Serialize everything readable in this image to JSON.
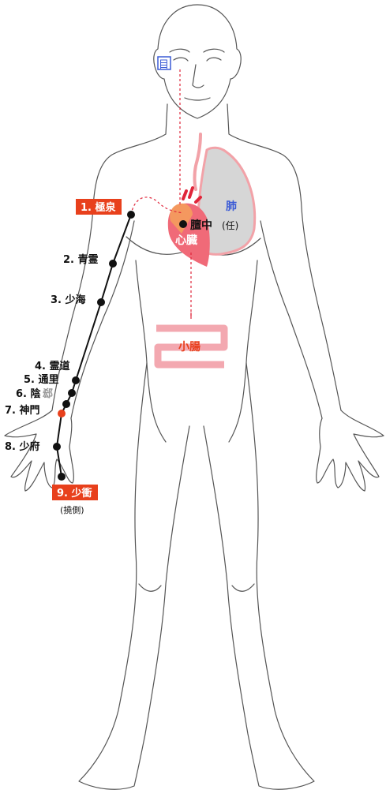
{
  "organs": {
    "eye": "目",
    "lung": "肺",
    "heart": "心臓",
    "small_intestine": "小腸",
    "shanzhong_main": "膻中",
    "shanzhong_meridian": "(任)"
  },
  "points": [
    {
      "label": "1. 極泉",
      "highlight": true
    },
    {
      "label": "2. 青霊",
      "highlight": false
    },
    {
      "label": "3. 少海",
      "highlight": false
    },
    {
      "label": "4. 霊道",
      "highlight": false
    },
    {
      "label": "5. 通里",
      "highlight": false
    },
    {
      "label": "6. 陰",
      "sub": "郄",
      "highlight": false
    },
    {
      "label": "7. 神門",
      "highlight": false
    },
    {
      "label": "8. 少府",
      "highlight": false
    },
    {
      "label": "9. 少衝",
      "highlight": true
    }
  ],
  "note_radial": "(撓側)",
  "colors": {
    "meridian": "#111111",
    "highlight_bg": "#e8401c",
    "dashed_link": "#e0253a",
    "heart": "#f06a78",
    "heart_top": "#f5a05a",
    "lung_fill": "#d6d6d6",
    "lung_outline": "#f2a2a8",
    "intestine": "#f3a8b0",
    "eye_box": "#3b5bd6",
    "body_outline": "#555555"
  }
}
